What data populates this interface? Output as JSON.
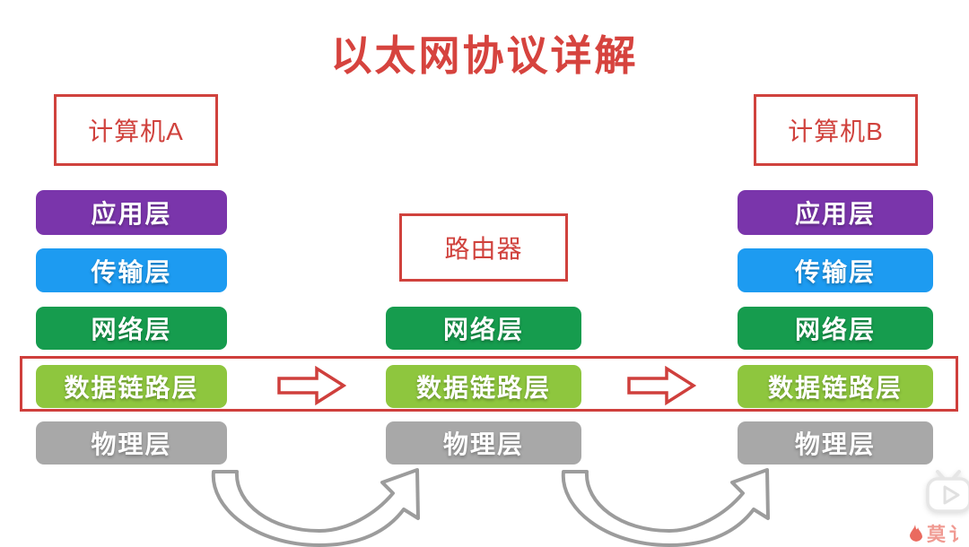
{
  "title": "以太网协议详解",
  "columns": [
    {
      "id": "computer-a",
      "title": "计算机A",
      "layers": [
        "应用层",
        "传输层",
        "网络层",
        "数据链路层",
        "物理层"
      ]
    },
    {
      "id": "router",
      "title": "路由器",
      "layers": [
        "网络层",
        "数据链路层",
        "物理层"
      ]
    },
    {
      "id": "computer-b",
      "title": "计算机B",
      "layers": [
        "应用层",
        "传输层",
        "网络层",
        "数据链路层",
        "物理层"
      ]
    }
  ],
  "highlighted_layer": "数据链路层",
  "watermark": {
    "text": "莫",
    "partial": "讠"
  },
  "icons": [
    "flame-icon",
    "tv-play-icon",
    "right-block-arrow-icon",
    "curved-arrow-icon"
  ],
  "colors": {
    "accent_red": "#d0423d",
    "title_red": "#d6433e",
    "application_purple": "#7a35ab",
    "transport_blue": "#1d9bf1",
    "network_green": "#169c4e",
    "datalink_light_green": "#8ec63e",
    "physical_gray": "#a8a8a8",
    "curve_arrow_gray": "#9c9c9c"
  }
}
